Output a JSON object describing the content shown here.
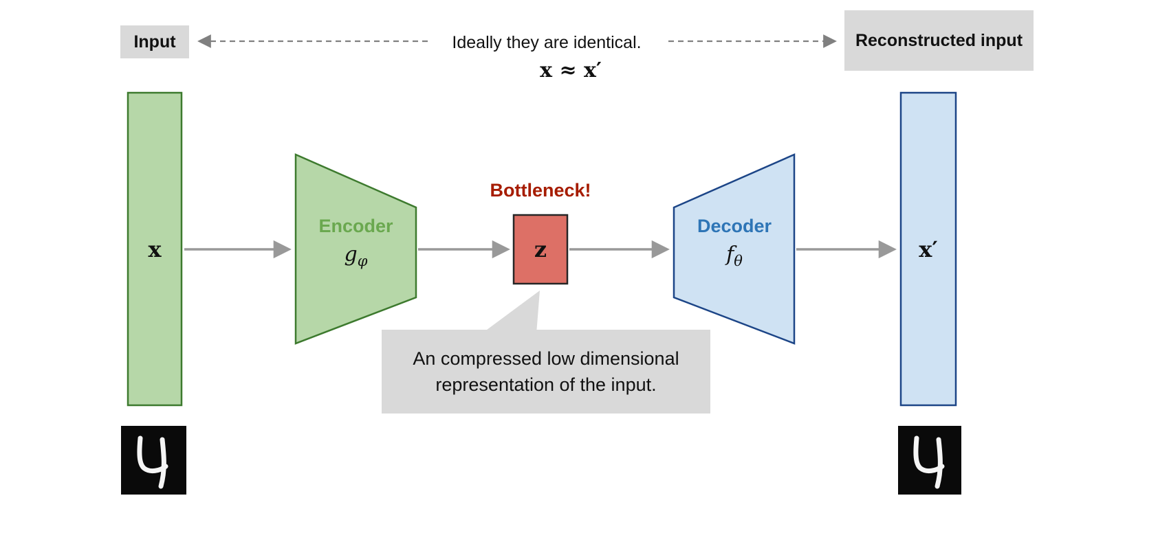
{
  "diagram": {
    "title_implied": "Autoencoder architecture",
    "top": {
      "input_label": "Input",
      "reconstructed_label": "Reconstructed input",
      "identical_text": "Ideally they are identical.",
      "approx_formula": "x ≈ x′"
    },
    "nodes": {
      "input_vector": "x",
      "bottleneck_vector": "z",
      "output_vector": "x′",
      "encoder_title": "Encoder",
      "encoder_symbol": "g",
      "encoder_subscript": "φ",
      "decoder_title": "Decoder",
      "decoder_symbol": "f",
      "decoder_subscript": "θ"
    },
    "annotations": {
      "bottleneck_callout": "Bottleneck!",
      "callout_line1": "An compressed low dimensional",
      "callout_line2": "representation of the input."
    },
    "digits": {
      "left_digit": "4",
      "right_digit": "4"
    }
  },
  "colors": {
    "green-fill": "#b6d7a8",
    "green-stroke": "#3d7a2e",
    "green-text": "#6aa84f",
    "blue-fill": "#cfe2f3",
    "blue-stroke": "#1c4587",
    "blue-text": "#2e75b6",
    "red-fill": "#dd7066",
    "red-stroke": "#262626",
    "red-text": "#a61c00",
    "label-bg": "#d9d9d9",
    "arrow-color": "#999999",
    "dash-color": "#808080",
    "digit-bg": "#0a0a0a",
    "digit-ink": "#f5f5f5",
    "canvas-bg": "#ffffff"
  }
}
